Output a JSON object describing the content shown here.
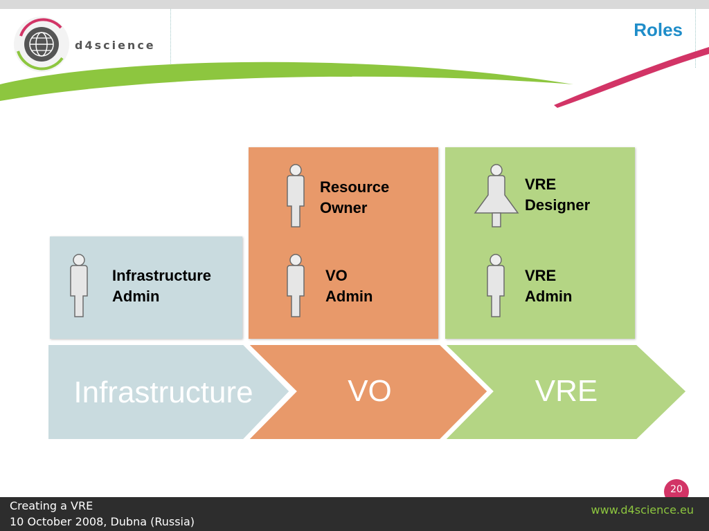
{
  "header": {
    "brand": "d4science",
    "title": "Roles"
  },
  "colors": {
    "infrastructure": "#c9dbdf",
    "vo": "#e8996a",
    "vre": "#b4d584",
    "title": "#1f8dc9",
    "swoosh_green": "#8dc63f",
    "swoosh_pink": "#d23466"
  },
  "roles": {
    "infrastructure_admin": "Infrastructure\nAdmin",
    "resource_owner": "Resource\nOwner",
    "vo_admin": "VO\nAdmin",
    "vre_designer": "VRE\nDesigner",
    "vre_admin": "VRE\nAdmin"
  },
  "stages": {
    "infrastructure": "Infrastructure",
    "vo": "VO",
    "vre": "VRE"
  },
  "footer": {
    "line1": "Creating a VRE",
    "line2": "10 October 2008, Dubna (Russia)",
    "website": "www.d4science.eu",
    "page": "20"
  }
}
